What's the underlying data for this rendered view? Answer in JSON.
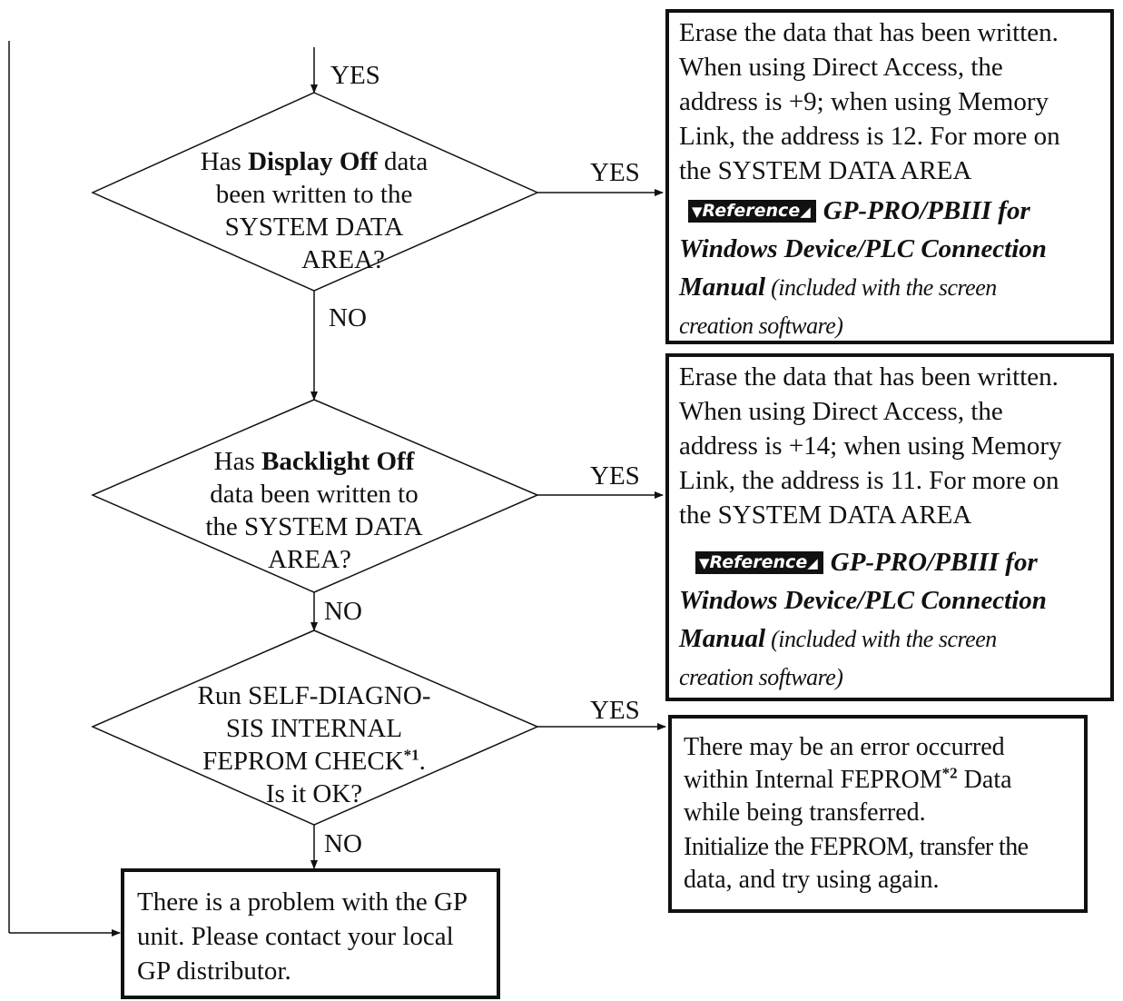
{
  "labels": {
    "yes_top": "YES",
    "yes_d1": "YES",
    "no_d1": "NO",
    "yes_d2": "YES",
    "no_d2": "NO",
    "yes_d3": "YES",
    "no_d3": "NO"
  },
  "diamond1": {
    "prefix": "Has ",
    "bold": "Display Off",
    "line1_suffix": " data",
    "line2": "been written to the",
    "line3": "SYSTEM DATA",
    "line4": "AREA?"
  },
  "diamond2": {
    "prefix": "Has ",
    "bold": "Backlight Off",
    "line2": "data been written to",
    "line3": "the SYSTEM DATA",
    "line4": "AREA?"
  },
  "diamond3": {
    "line1": "Run SELF-DIAGNO-",
    "line2": "SIS INTERNAL",
    "line3": "FEPROM CHECK",
    "line3_sup": "*1",
    "line3_end": ".",
    "line4": "Is it OK?"
  },
  "box1": {
    "lines": [
      "Erase the data that has been written.",
      "When using Direct Access, the",
      "address is +9; when using Memory",
      "Link, the address is 12.  For more on",
      "the SYSTEM DATA AREA"
    ],
    "ref_label": "Reference",
    "ref_title": "GP-PRO/PBIII for",
    "ref_line2": "Windows Device/PLC Connection",
    "ref_manual": "Manual",
    "ref_note1": " (included with the screen",
    "ref_note2": "creation software)"
  },
  "box2": {
    "lines": [
      "Erase the data that has been written.",
      "When using Direct Access, the",
      "address is +14; when using Memory",
      "Link, the address is 11.  For more on",
      "the SYSTEM DATA AREA"
    ],
    "ref_label": "Reference",
    "ref_title": "GP-PRO/PBIII for",
    "ref_line2": "Windows Device/PLC Connection",
    "ref_manual": "Manual",
    "ref_note1": " (included with the screen",
    "ref_note2": "creation software)"
  },
  "box3": {
    "line1": "There may be an error occurred",
    "line2": "within Internal FEPROM",
    "line2_sup": "*2",
    "line2_end": " Data",
    "line3": "while being transferred.",
    "line4": "Initialize the FEPROM, transfer the",
    "line5": "data, and try using again."
  },
  "box4": {
    "lines": [
      "There is a problem with the GP",
      "unit.  Please contact your local",
      "GP distributor."
    ]
  },
  "colors": {
    "ink": "#111111",
    "background": "#ffffff",
    "label_text": "#ffffff"
  },
  "icons": {
    "reference_marker": "downward-triangle-icon"
  }
}
